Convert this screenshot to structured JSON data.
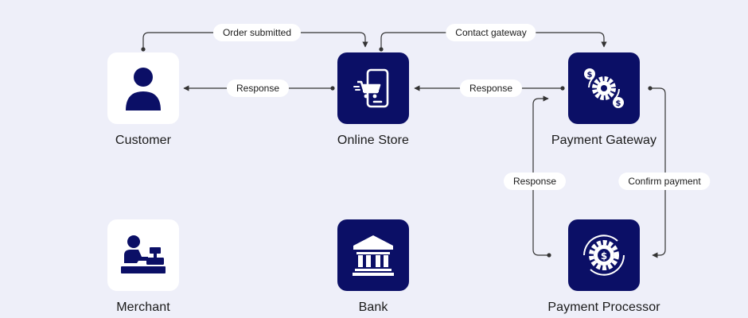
{
  "colors": {
    "background": "#eeeff9",
    "node_dark": "#0b0f66",
    "node_light": "#ffffff",
    "line": "#333333"
  },
  "nodes": {
    "customer": {
      "label": "Customer",
      "icon": "person-icon"
    },
    "online_store": {
      "label": "Online Store",
      "icon": "smartphone-cart-icon"
    },
    "payment_gateway": {
      "label": "Payment Gateway",
      "icon": "gear-exchange-icon"
    },
    "merchant": {
      "label": "Merchant",
      "icon": "cashier-icon"
    },
    "bank": {
      "label": "Bank",
      "icon": "bank-icon"
    },
    "payment_processor": {
      "label": "Payment Processor",
      "icon": "gear-dollar-icon"
    }
  },
  "edges": {
    "order_submitted": "Order submitted",
    "contact_gateway": "Contact gateway",
    "store_to_customer_response": "Response",
    "gateway_to_store_response": "Response",
    "processor_to_gateway_response": "Response",
    "confirm_payment": "Confirm payment"
  }
}
